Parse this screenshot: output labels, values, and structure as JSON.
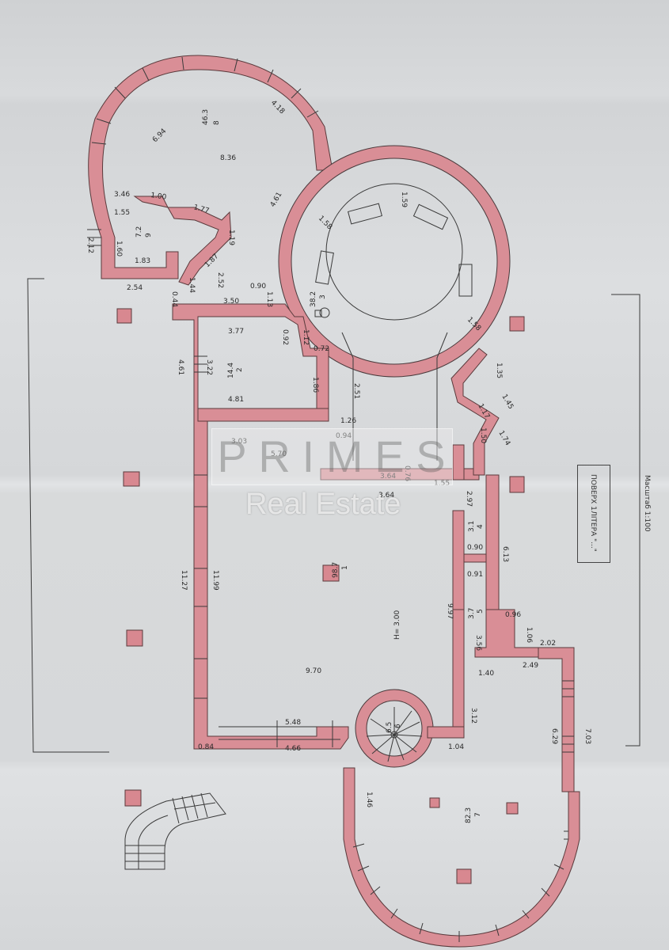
{
  "plan": {
    "title_block": {
      "floor_label": "ПОВЕРХ 1",
      "letter_label": "ЛІТЕРА \"...\"",
      "scale": "Масштаб 1:100"
    },
    "watermark": {
      "brand": "PRIMES",
      "letters": [
        "P",
        "R",
        "I",
        "M",
        "E",
        "S"
      ],
      "subtitle": "Real Estate"
    },
    "rooms": [
      {
        "number": "8",
        "area": "46.3"
      },
      {
        "number": "9",
        "area": "7.2"
      },
      {
        "number": "3",
        "area": "38.2"
      },
      {
        "number": "2",
        "area": "14.4"
      },
      {
        "number": "1",
        "area": "98.7"
      },
      {
        "number": "4",
        "area": "3.1"
      },
      {
        "number": "5",
        "area": "3.7"
      },
      {
        "number": "6",
        "area": "6.5"
      },
      {
        "number": "7",
        "area": "82.3"
      }
    ],
    "ceiling_height": "H= 3.00",
    "dimensions": {
      "d_418": "4.18",
      "d_694": "6.94",
      "d_836": "8.36",
      "d_346": "3.46",
      "d_155": "1.55",
      "d_100": "1.00",
      "d_177": "1.77",
      "d_119": "1.19",
      "d_212": "2.12",
      "d_160": "1.60",
      "d_183": "1.83",
      "d_187": "1.87",
      "d_254": "2.54",
      "d_144": "1.44",
      "d_252": "2.52",
      "d_044": "0.44",
      "d_350": "3.50",
      "d_090": "0.90",
      "d_113": "1.13",
      "d_461": "4.61",
      "d_158a": "1.58",
      "d_159": "1.59",
      "d_158b": "1.58",
      "d_377": "3.77",
      "d_092": "0.92",
      "d_112": "1.12",
      "d_072": "0.72",
      "d_322": "3.22",
      "d_461b": "4.61",
      "d_186": "1.86",
      "d_481": "4.81",
      "d_251": "2.51",
      "d_126": "1.26",
      "d_094": "0.94",
      "d_303": "3.03",
      "d_570": "5.70",
      "d_364a": "3.64",
      "d_076": "0.76",
      "d_135": "1.35",
      "d_145": "1.45",
      "d_117": "1.17",
      "d_150": "1.50",
      "d_174": "1.74",
      "d_155b": "1.55",
      "d_364b": "3.64",
      "d_297": "2.97",
      "d_090b": "0.90",
      "d_613": "6.13",
      "d_091": "0.91",
      "d_997": "9.97",
      "d_096": "0.96",
      "d_356": "3.56",
      "d_106": "1.06",
      "d_202": "2.02",
      "d_249": "2.49",
      "d_140": "1.40",
      "d_1127": "11.27",
      "d_1199": "11.99",
      "d_970": "9.70",
      "d_548": "5.48",
      "d_466": "4.66",
      "d_084": "0.84",
      "d_104": "1.04",
      "d_312": "3.12",
      "d_629": "6.29",
      "d_703": "7.03",
      "d_146": "1.46"
    }
  }
}
